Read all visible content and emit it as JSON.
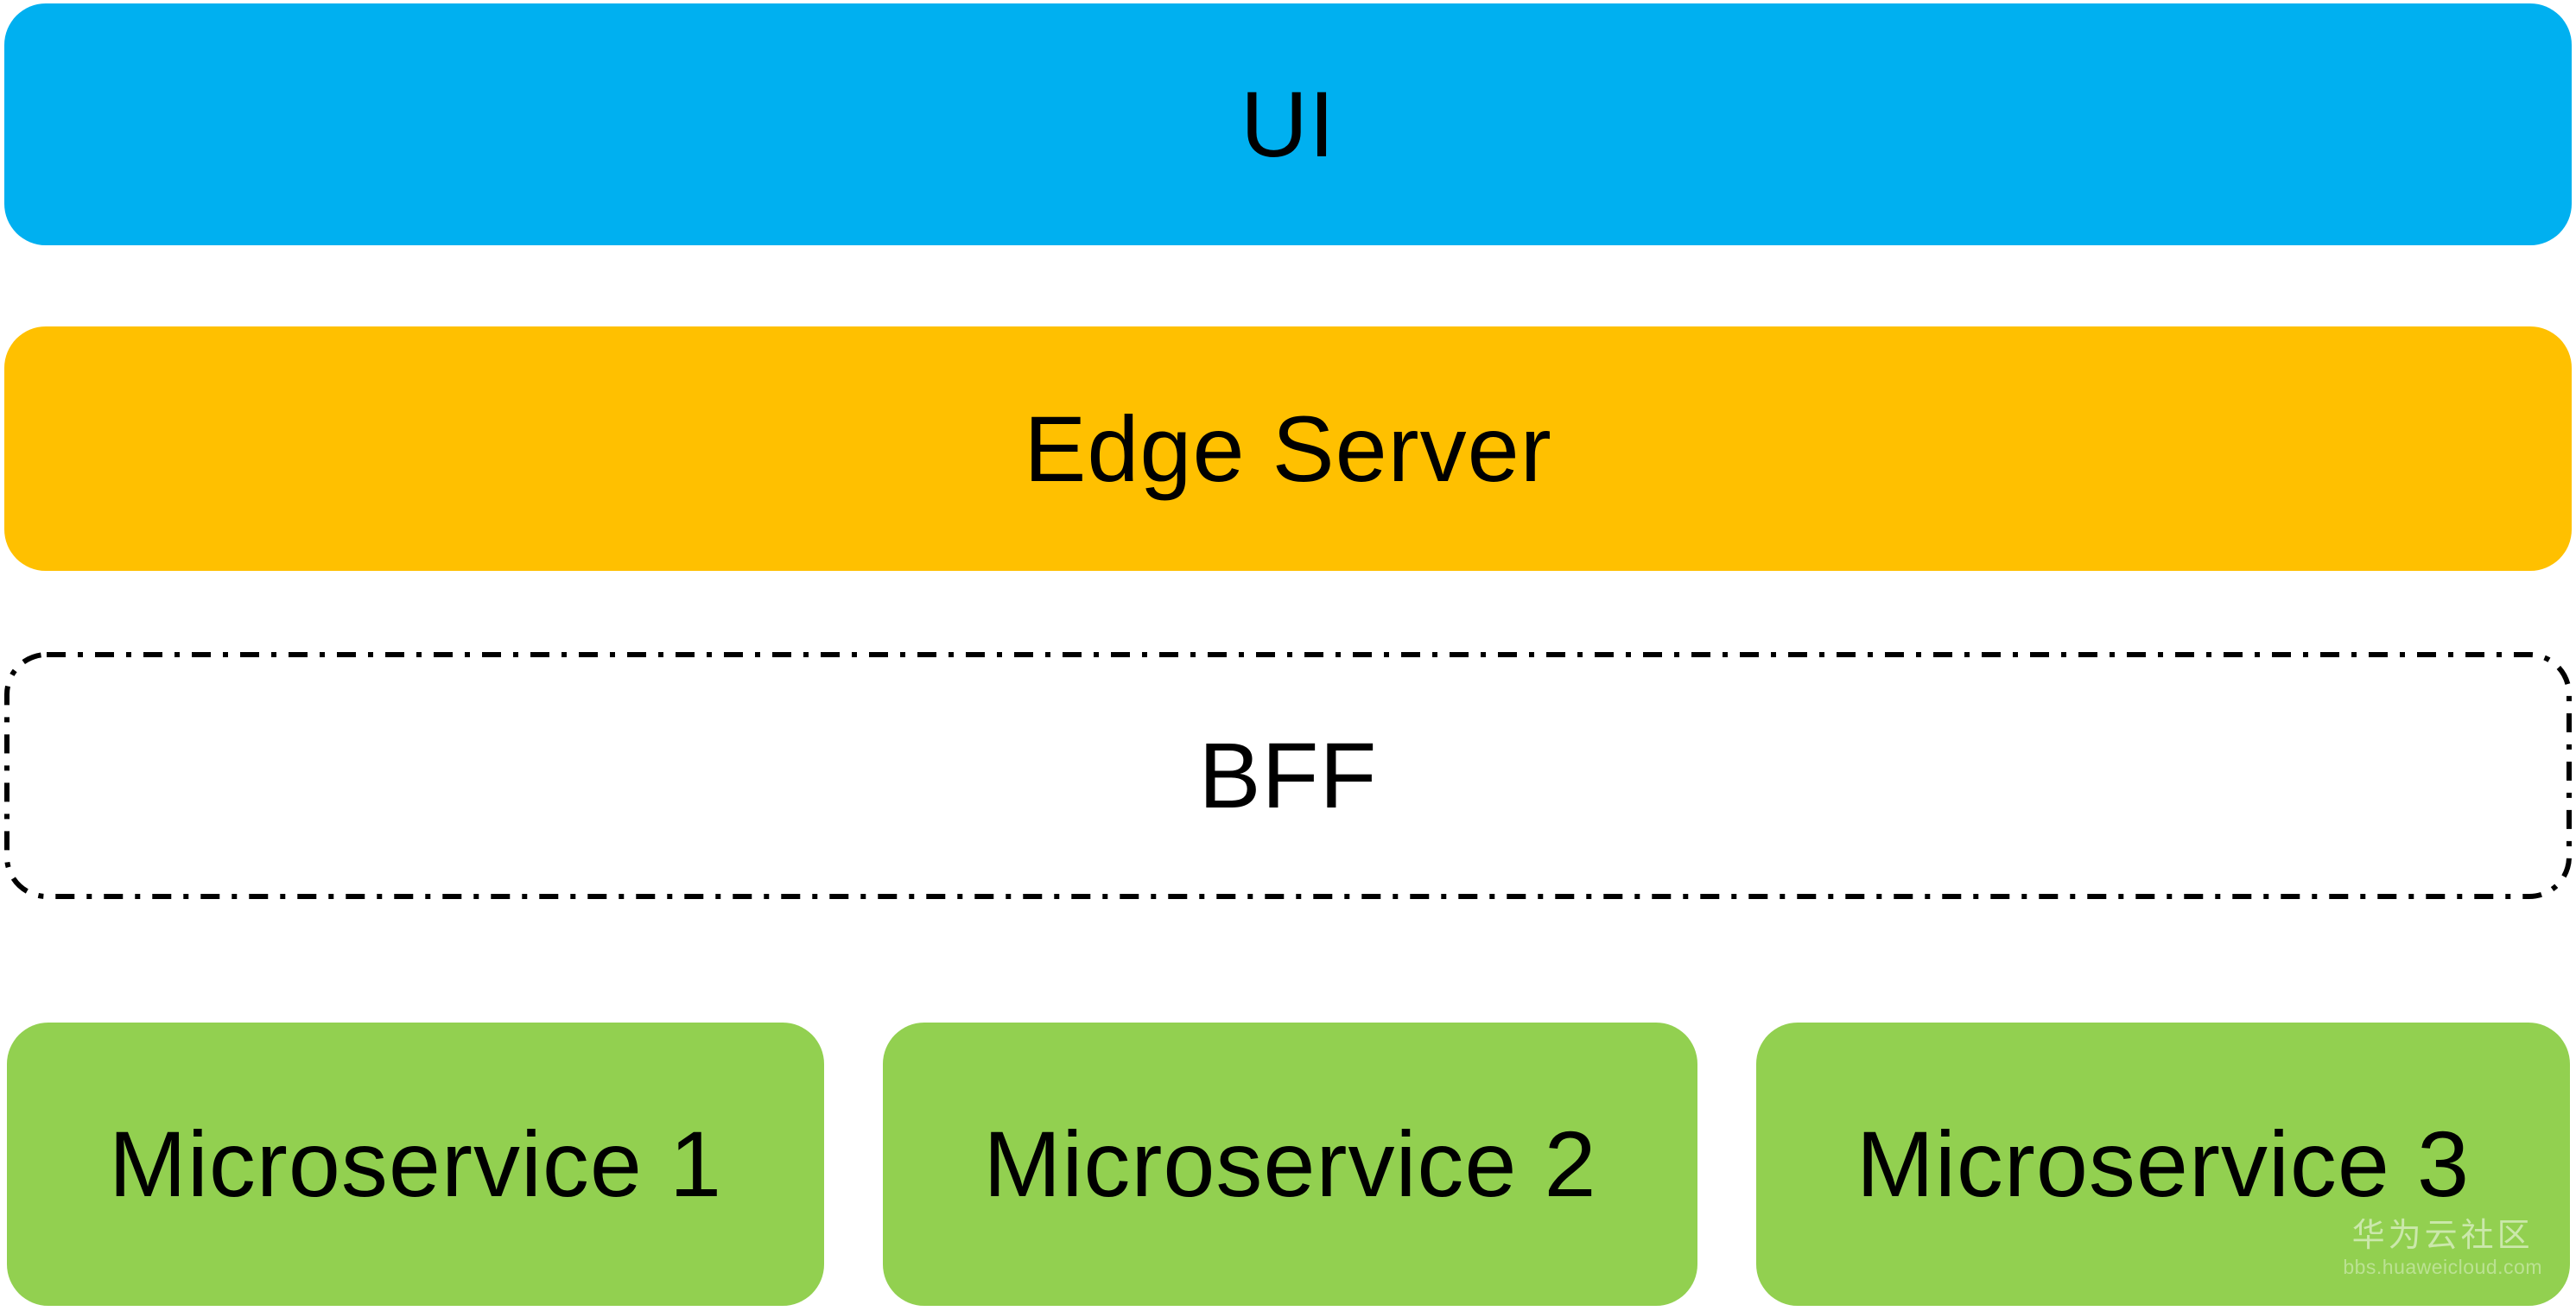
{
  "layers": [
    {
      "label": "UI",
      "color": "#00B0F0",
      "style": "solid",
      "text_color": "#000000"
    },
    {
      "label": "Edge Server",
      "color": "#FFC000",
      "style": "solid",
      "text_color": "#000000"
    },
    {
      "label": "BFF",
      "color": "transparent",
      "style": "dash-dot-outline",
      "border_color": "#000000",
      "text_color": "#000000"
    }
  ],
  "microservices": [
    {
      "label": "Microservice 1",
      "color": "#92D050",
      "text_color": "#000000"
    },
    {
      "label": "Microservice 2",
      "color": "#92D050",
      "text_color": "#000000"
    },
    {
      "label": "Microservice 3",
      "color": "#92D050",
      "text_color": "#000000"
    }
  ],
  "watermark": {
    "title": "华为云社区",
    "url": "bbs.huaweicloud.com",
    "color": "#FFFFFF"
  },
  "colors": {
    "background": "#FFFFFF",
    "blue": "#00B0F0",
    "gold": "#FFC000",
    "green": "#92D050",
    "text": "#000000"
  }
}
